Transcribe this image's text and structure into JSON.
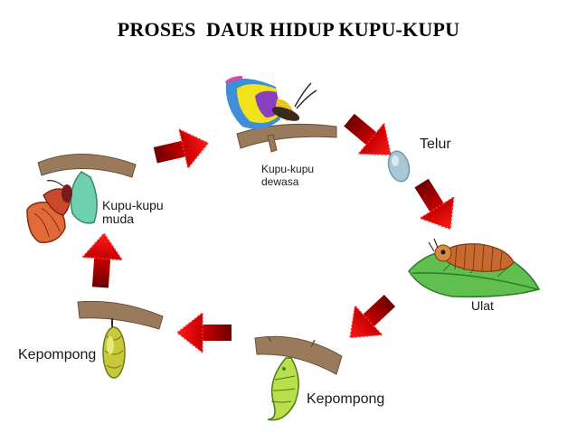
{
  "title": "PROSES  DAUR HIDUP KUPU-KUPU",
  "stages": {
    "adult": {
      "line1": "Kupu-kupu",
      "line2": "dewasa",
      "icon": "adult-butterfly-icon"
    },
    "egg": {
      "label": "Telur",
      "icon": "egg-icon"
    },
    "caterpillar": {
      "label": "Ulat",
      "icon": "caterpillar-icon"
    },
    "pupa_right": {
      "label": "Kepompong",
      "icon": "pupa-icon"
    },
    "pupa_left": {
      "label": "Kepompong",
      "icon": "pupa-icon"
    },
    "young": {
      "line1": "Kupu-kupu",
      "line2": "muda",
      "icon": "young-butterfly-icon"
    }
  },
  "colors": {
    "arrow_light": "#ff1a1a",
    "arrow_dark": "#6e0000",
    "branch": "#9a7a5c",
    "leaf": "#5fbf4f",
    "pupa_green": "#b9e04a",
    "egg": "#a8c8d8"
  },
  "cycle_order": [
    "adult",
    "egg",
    "caterpillar",
    "pupa_right",
    "pupa_left",
    "young"
  ]
}
